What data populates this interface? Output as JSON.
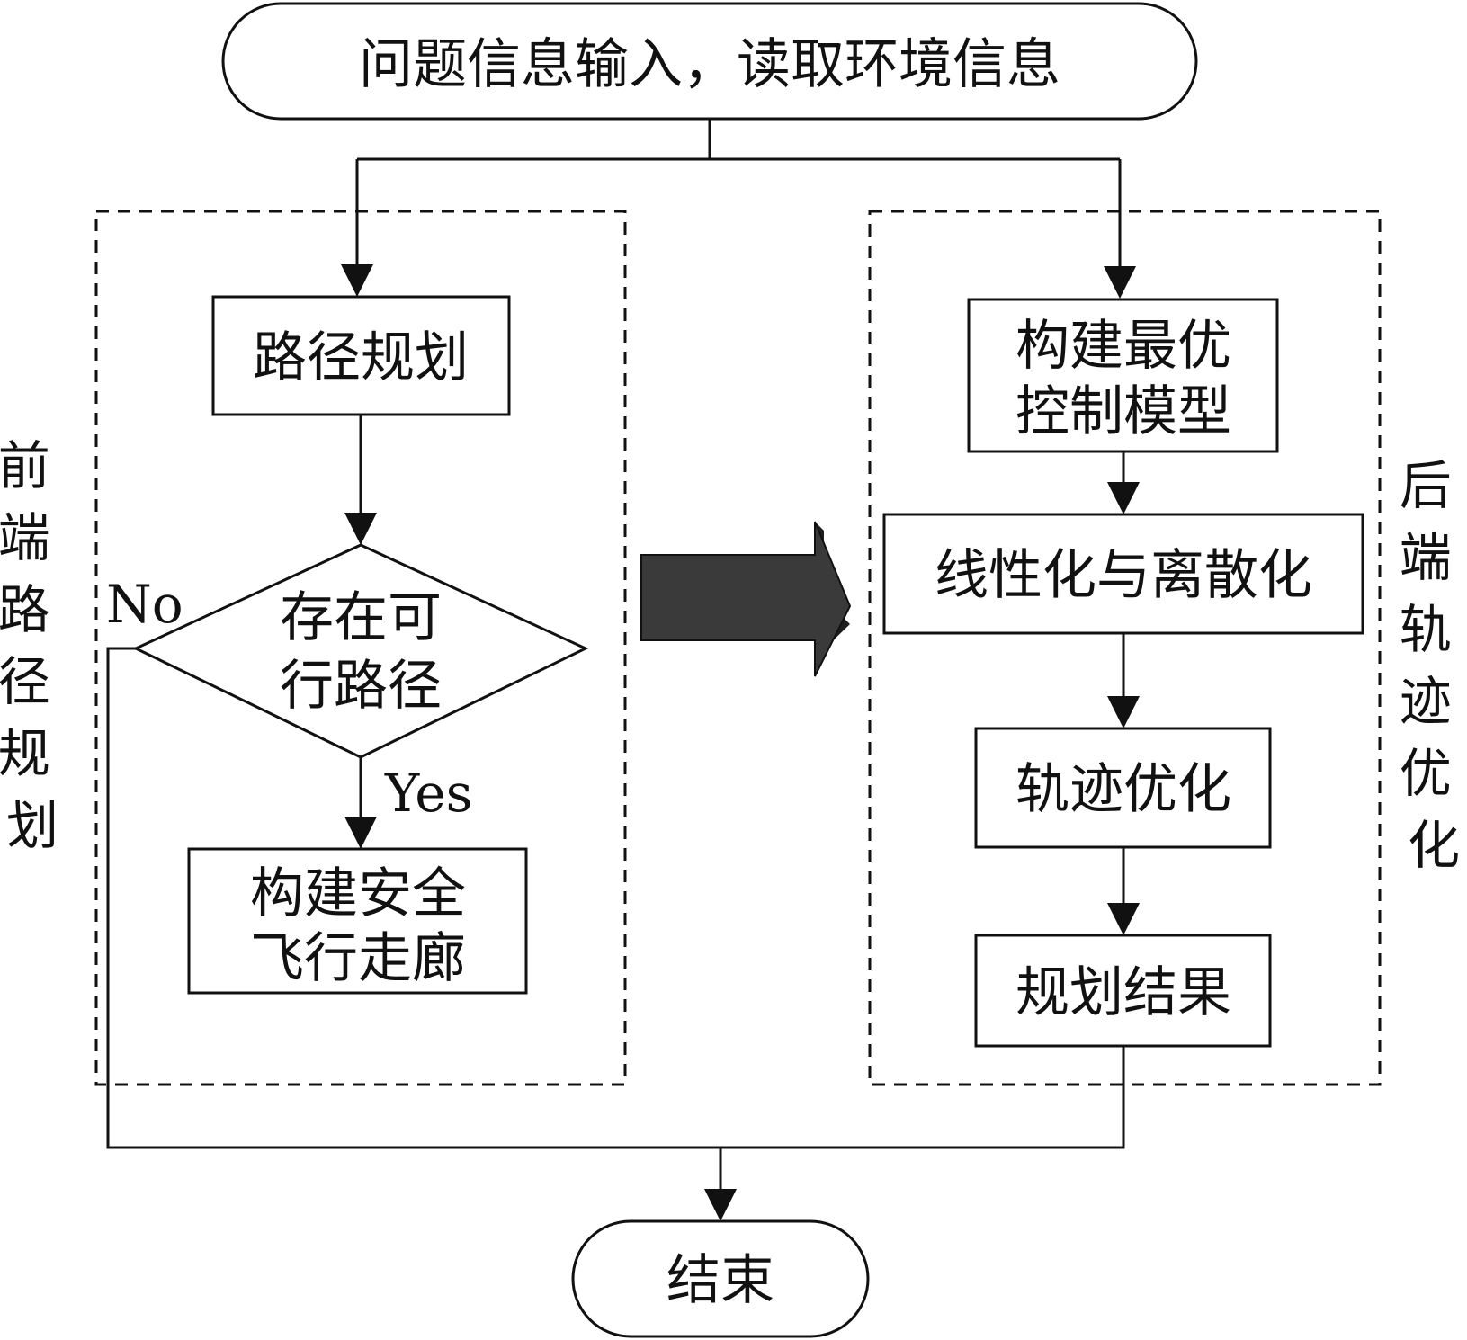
{
  "start": {
    "text": "问题信息输入，读取环境信息"
  },
  "end": {
    "text": "结束"
  },
  "front_end": {
    "side_label": "前端路径规划",
    "path_planning": "路径规划",
    "decision": [
      "存在可",
      "行路径"
    ],
    "no_label": "No",
    "yes_label": "Yes",
    "corridor": [
      "构建安全",
      "飞行走廊"
    ]
  },
  "back_end": {
    "side_label": "后端轨迹优化",
    "control_model": [
      "构建最优",
      "控制模型"
    ],
    "linearize": "线性化与离散化",
    "trajectory_opt": "轨迹优化",
    "result": "规划结果"
  },
  "colors": {
    "stroke": "#111111",
    "big_arrow": "#3a3a3a",
    "big_arrow_side": "#1e1e1e",
    "background": "#ffffff"
  }
}
